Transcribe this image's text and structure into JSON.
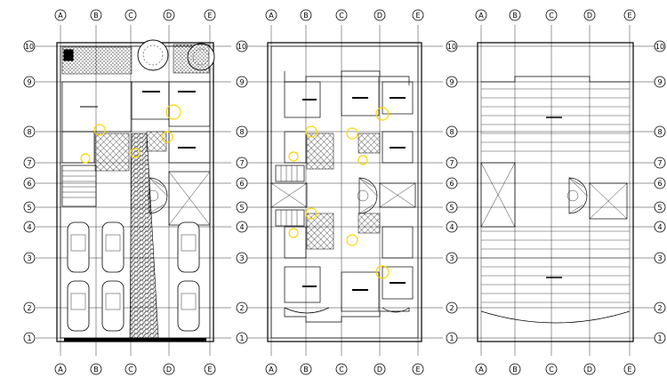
{
  "drawing": {
    "column_labels": [
      "A",
      "B",
      "C",
      "D",
      "E"
    ],
    "row_labels": [
      "1",
      "2",
      "3",
      "4",
      "5",
      "6",
      "7",
      "8",
      "9",
      "10"
    ],
    "plans": [
      {
        "id": "ground-floor-plan"
      },
      {
        "id": "typical-floor-plan"
      },
      {
        "id": "roof-plan"
      }
    ]
  },
  "colors": {
    "line": "#000000",
    "highlight": "#ffd400",
    "background": "#ffffff"
  }
}
